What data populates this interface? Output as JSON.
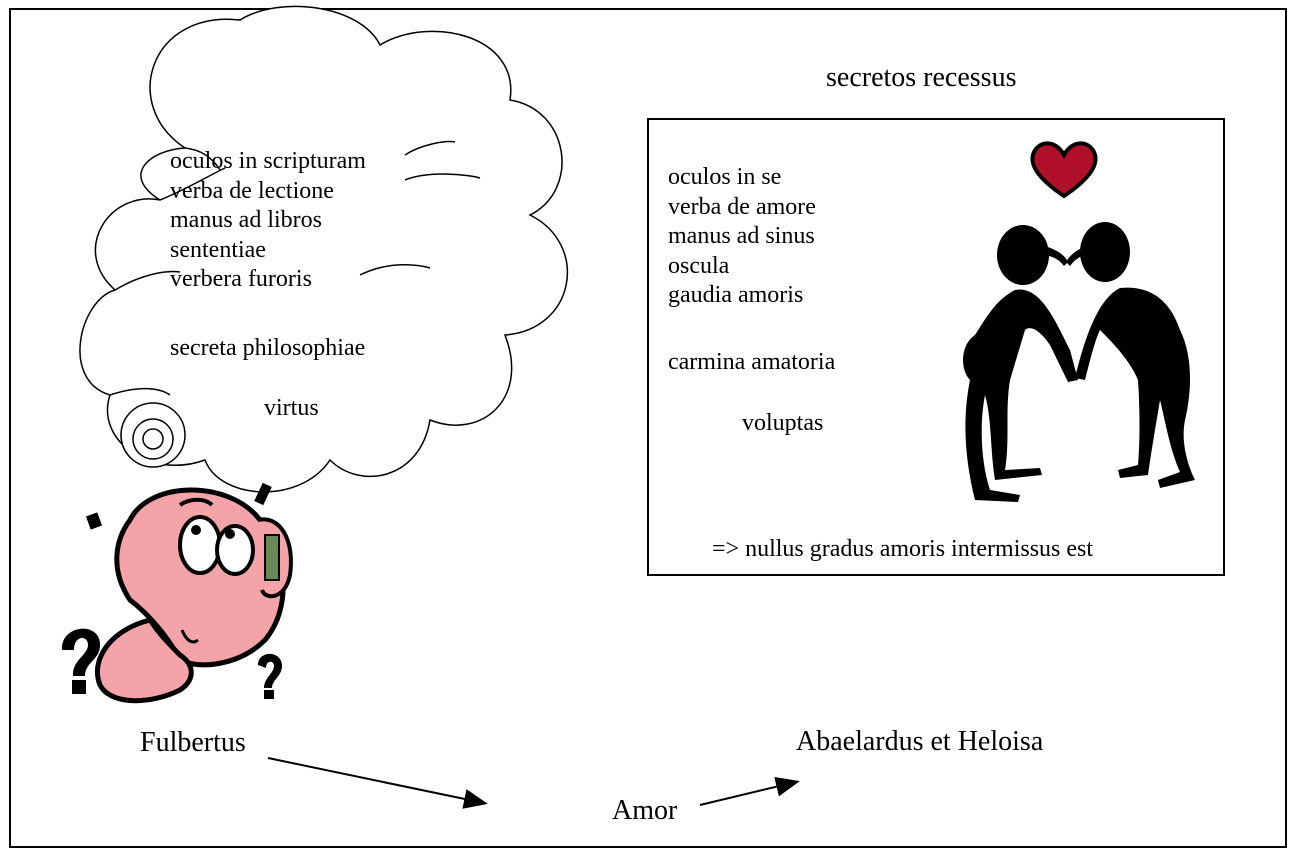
{
  "thought": {
    "lines": [
      "oculos in scripturam",
      "verba de lectione",
      "manus ad libros",
      "sententiae",
      "verbera furoris"
    ],
    "secret": "secreta philosophiae",
    "virtue": "virtus"
  },
  "box": {
    "title": "secretos recessus",
    "lines": [
      "oculos in se",
      "verba de amore",
      "manus ad sinus",
      "oscula",
      "gaudia amoris"
    ],
    "songs": "carmina amatoria",
    "pleasure": "voluptas",
    "conclusion": "=> nullus gradus amoris intermissus est"
  },
  "labels": {
    "left": "Fulbertus",
    "right": "Abaelardus et Heloisa",
    "center": "Amor"
  },
  "colors": {
    "heart": "#b0102a",
    "face": "#f4a3a8",
    "silhouette": "#000000"
  },
  "icons": [
    "thought-cloud",
    "confused-man-icon",
    "question-mark-icon",
    "heart-icon",
    "couple-silhouette-icon",
    "arrow-icon"
  ]
}
